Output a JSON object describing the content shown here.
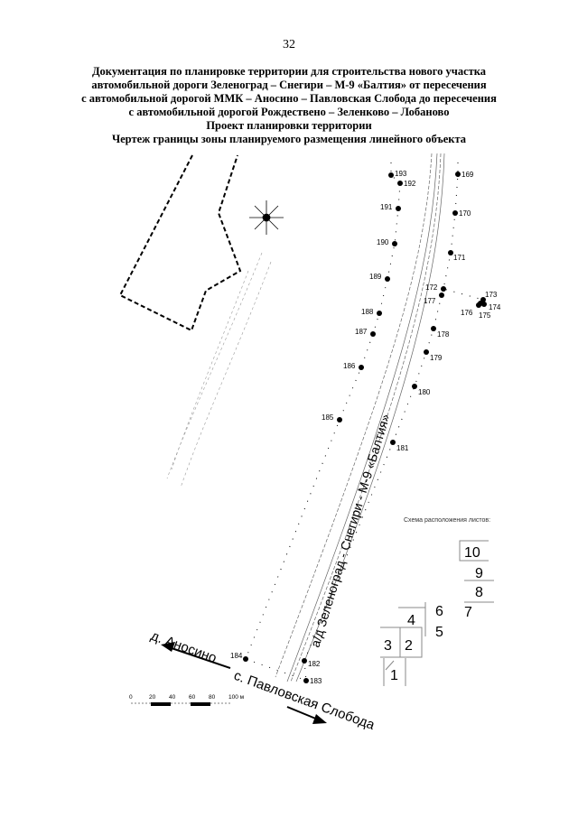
{
  "page_number": "32",
  "title_lines": [
    "Документация по планировке территории для строительства нового участка",
    "автомобильной дороги Зеленоград – Снегири – М-9 «Балтия» от пересечения",
    "с автомобильной дорогой ММК – Аносино – Павловская Слобода до пересечения",
    "с автомобильной дорогой Рождествено – Зеленково – Лобаново",
    "Проект планировки территории",
    "Чертеж границы зоны планируемого размещения линейного объекта"
  ],
  "map": {
    "road_label": "а/д Зеленоград - Снегири - М-9 «Балтия»",
    "place_west": "д. Аносино",
    "place_south": "с. Павловская Слобода",
    "points": [
      "169",
      "170",
      "171",
      "172",
      "173",
      "174",
      "175",
      "176",
      "177",
      "178",
      "179",
      "180",
      "181",
      "182",
      "183",
      "184",
      "185",
      "186",
      "187",
      "188",
      "189",
      "190",
      "191",
      "192",
      "193"
    ],
    "scale_labels": [
      "0",
      "20",
      "40",
      "60",
      "80",
      "100 м"
    ],
    "sheet_scheme": {
      "title": "Схема расположения листов:",
      "sheets": [
        "10",
        "9",
        "8",
        "7",
        "6",
        "5",
        "4",
        "3",
        "2",
        "1"
      ]
    }
  }
}
